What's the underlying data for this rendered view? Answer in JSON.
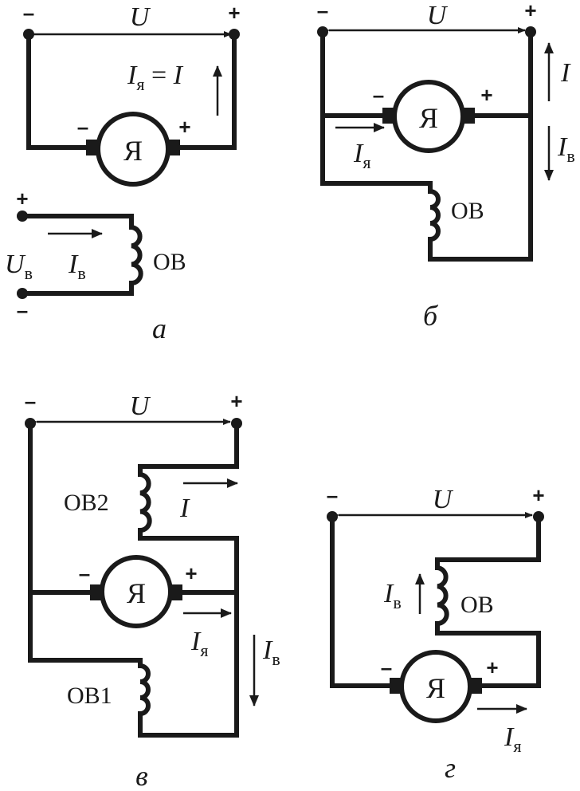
{
  "labels": {
    "voltage": "U",
    "plus": "+",
    "minus": "–",
    "armature": "Я",
    "current_armature_a": "Iя = I",
    "current_total": "I",
    "current_armature": "I",
    "sub_armature": "я",
    "current_field": "I",
    "sub_field": "в",
    "voltage_field": "U",
    "field_winding": "ОВ",
    "field_winding_1": "ОВ1",
    "field_winding_2": "ОВ2"
  },
  "captions": {
    "a": "а",
    "b": "б",
    "c": "в",
    "d": "г"
  }
}
